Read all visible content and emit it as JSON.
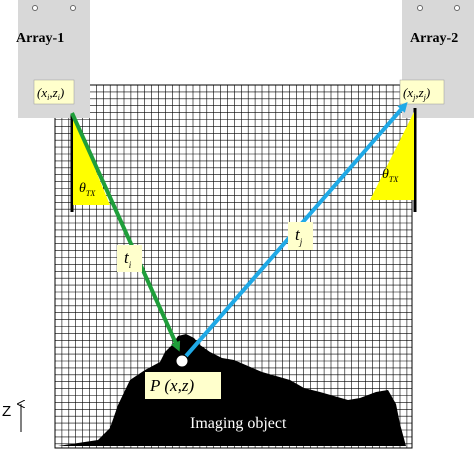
{
  "array_1": {
    "label": "Array-1",
    "coord": "(x",
    "coord_sub1": "i",
    "coord_mid": ",z",
    "coord_sub2": "i",
    "coord_end": ")"
  },
  "array_2": {
    "label": "Array-2",
    "coord": "(x",
    "coord_sub1": "j",
    "coord_mid": ",z",
    "coord_sub2": "j",
    "coord_end": ")"
  },
  "angle_left": {
    "symbol": "θ",
    "subscript": "TX"
  },
  "angle_right": {
    "symbol": "θ",
    "subscript": "TX"
  },
  "ray_left": {
    "symbol": "t",
    "subscript": "i",
    "color": "#1f9e3a"
  },
  "ray_right": {
    "symbol": "t",
    "subscript": "j",
    "color": "#1fa9e6"
  },
  "point": {
    "label_p": "P",
    "label_coords": "(x,z)"
  },
  "object": {
    "label": "Imaging object",
    "color": "#000000"
  },
  "axis": {
    "label": "Z"
  },
  "colors": {
    "panel": "#d8d8d8",
    "label_box": "#ffffcc",
    "angle_fill": "#ffff00",
    "grid": "#000000"
  }
}
